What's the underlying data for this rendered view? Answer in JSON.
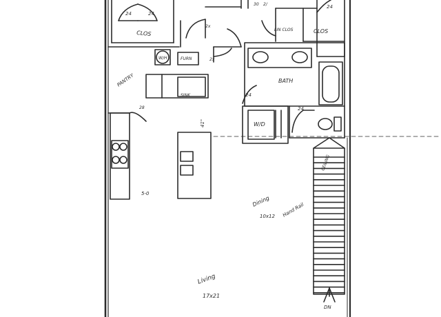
{
  "plan": {
    "labels": {
      "clos_top_left": "CLOS",
      "clos_top_right": "CLOS",
      "pantry": "PANTRY",
      "wh": "W/H",
      "furn": "FURN",
      "sink": "SINK",
      "bath": "BATH",
      "wd": "W/D",
      "linen_clos": "LIN CLOS",
      "living": "Living",
      "living_dims": "17x21",
      "dining": "Dining",
      "dining_dims": "10x12",
      "hand_rail": "Hand Rail",
      "ceiling": "CEILING",
      "down": "DN",
      "cab_length": "5-0",
      "island_note": "41\"",
      "door_24_a": "24",
      "door_24_b": "24",
      "door_24_c": "24",
      "door_24_d": "24",
      "door_24_e": "24",
      "door_2x_a": "2x",
      "door_2x_b": "2x",
      "door_28": "28",
      "door_30": "30",
      "door_27": "2/"
    }
  }
}
